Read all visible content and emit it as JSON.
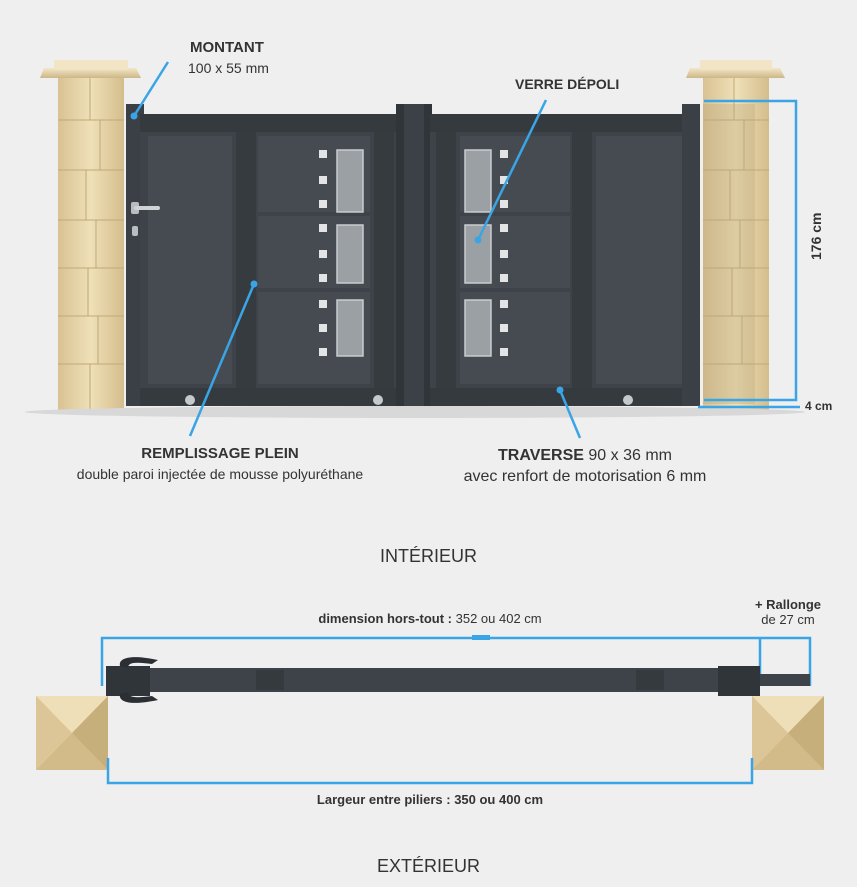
{
  "top": {
    "montant": {
      "title": "MONTANT",
      "detail": "100 x 55 mm"
    },
    "verre": {
      "title": "VERRE DÉPOLI"
    },
    "remplissage": {
      "title": "REMPLISSAGE PLEIN",
      "detail": "double paroi injectée de mousse polyuréthane"
    },
    "traverse": {
      "title": "TRAVERSE",
      "size": "90 x 36 mm",
      "detail": "avec renfort de motorisation 6 mm"
    },
    "height_dim": "176 cm",
    "gap_dim": "4 cm"
  },
  "bottom": {
    "interieur": "INTÉRIEUR",
    "exterieur": "EXTÉRIEUR",
    "hors_tout": {
      "label": "dimension hors-tout :",
      "value": "352 ou 402 cm"
    },
    "rallonge": {
      "title": "+ Rallonge",
      "detail": "de 27 cm"
    },
    "largeur": {
      "label": "Largeur entre piliers :",
      "value": "350 ou 400 cm"
    }
  },
  "colors": {
    "accent": "#3aa5e6",
    "gate": "#3d4348",
    "stone": "#e6d3a5"
  }
}
